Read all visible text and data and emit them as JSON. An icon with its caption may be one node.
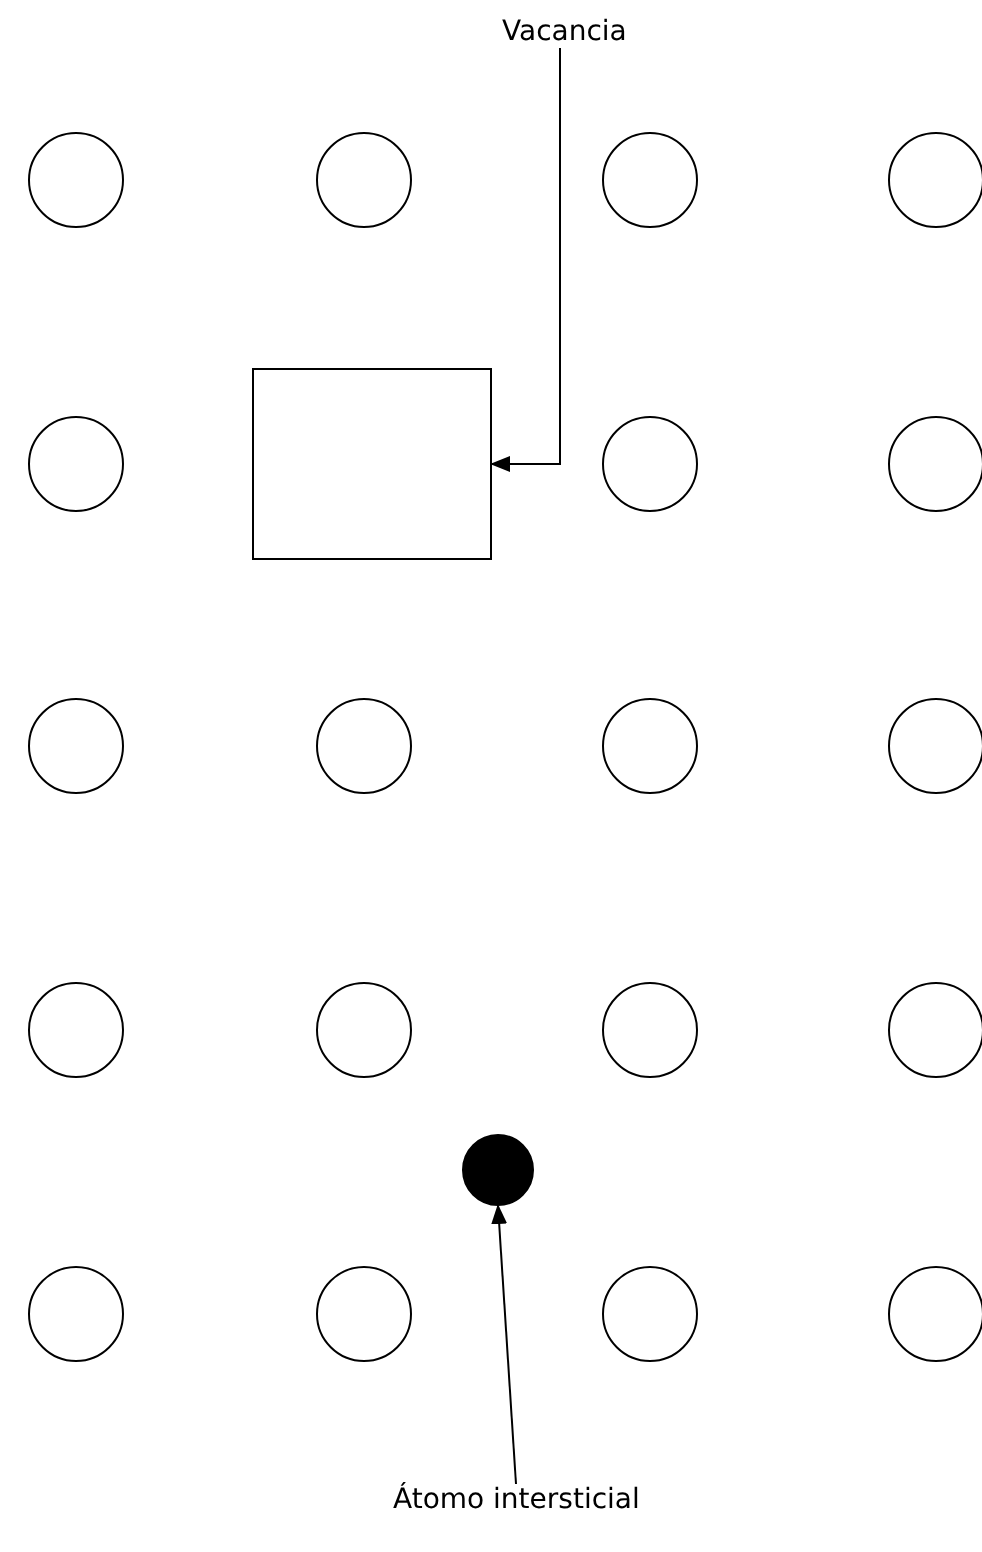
{
  "diagram": {
    "nodes": [
      {
        "text": [
          "Vacancia"
        ]
      },
      {
        "text": [],
        "shape": "circle"
      },
      {
        "text": [],
        "shape": "circle"
      },
      {
        "text": [],
        "shape": "circle"
      },
      {
        "text": [],
        "shape": "circle"
      },
      {
        "text": [],
        "shape": "circle"
      },
      {
        "text": [],
        "shape": "box"
      },
      {
        "text": [],
        "shape": "circle"
      },
      {
        "text": [],
        "shape": "circle"
      },
      {
        "text": [],
        "shape": "circle"
      },
      {
        "text": [],
        "shape": "circle"
      },
      {
        "text": [],
        "shape": "circle"
      },
      {
        "text": [],
        "shape": "circle"
      },
      {
        "text": [],
        "shape": "circle"
      },
      {
        "text": [],
        "shape": "circle"
      },
      {
        "text": [],
        "shape": "circle"
      },
      {
        "text": [],
        "shape": "circle"
      },
      {
        "text": [],
        "shape": "circle"
      },
      {
        "text": [],
        "shape": "circle"
      },
      {
        "text": [],
        "shape": "circle"
      },
      {
        "text": [],
        "shape": "circle"
      },
      {
        "text": [],
        "shape": "circle"
      },
      {
        "text": [
          "Átomo intersticial"
        ]
      }
    ],
    "edges": [
      {
        "from": 0,
        "to": 6,
        "arrow": "to"
      },
      {
        "from": 22,
        "to": 17,
        "arrow": "to"
      }
    ]
  }
}
